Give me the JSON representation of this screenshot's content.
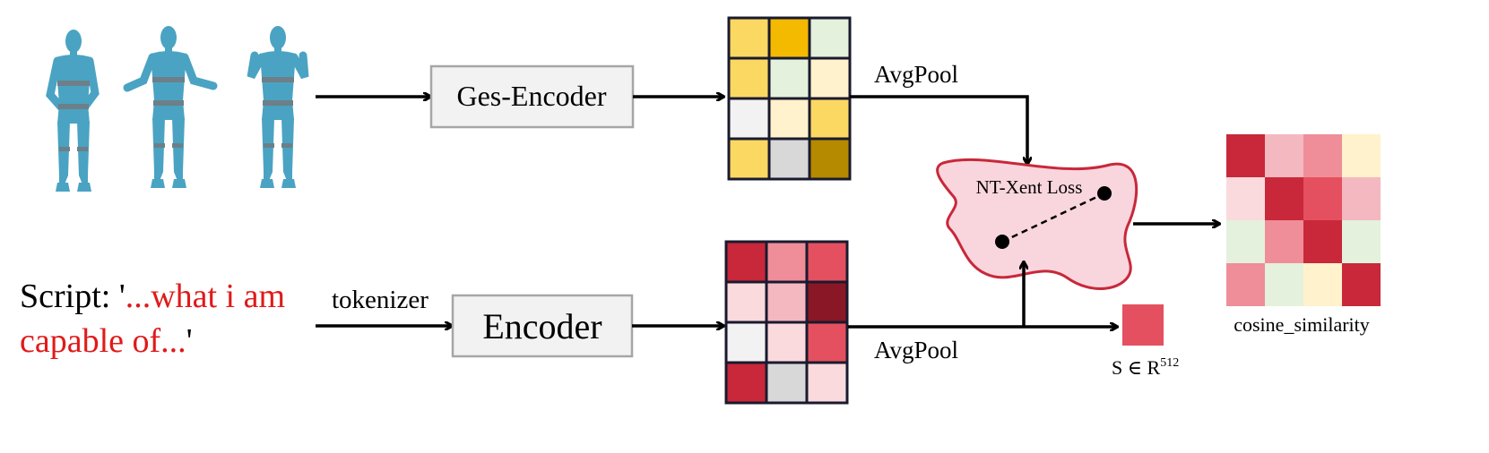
{
  "figures": {
    "icon": "humanoid-pose",
    "count": 3,
    "color": "#4aa3c2",
    "band_color": "#6d7f88"
  },
  "ges_encoder": {
    "label": "Ges-Encoder"
  },
  "text_encoder": {
    "label": "Encoder"
  },
  "script": {
    "prefix": "Script: '",
    "quote": "...what i am capable of...",
    "suffix": "'"
  },
  "tokenizer_label": "tokenizer",
  "avgpool_top": "AvgPool",
  "avgpool_bottom": "AvgPool",
  "loss": {
    "label": "NT-Xent Loss",
    "fill": "#f9d6de",
    "stroke": "#c8283a"
  },
  "embedding": {
    "label": "S ∈ R",
    "exponent": "512",
    "color": "#e4505f"
  },
  "similarity": {
    "label": "cosine_similarity"
  },
  "gesture_grid": [
    [
      "#fbd862",
      "#f3ba00",
      "#e4f1dc"
    ],
    [
      "#fbd862",
      "#e4f1dc",
      "#fff2cc"
    ],
    [
      "#f2f2f2",
      "#fff2cc",
      "#fbd862"
    ],
    [
      "#fbd862",
      "#d8d8d8",
      "#b58900"
    ]
  ],
  "text_grid": [
    [
      "#c8283a",
      "#ef8d99",
      "#e4505f"
    ],
    [
      "#fadadd",
      "#f4b8c1",
      "#8a1726"
    ],
    [
      "#f2f2f2",
      "#fadadd",
      "#e4505f"
    ],
    [
      "#c8283a",
      "#d8d8d8",
      "#fadadd"
    ]
  ],
  "similarity_grid": [
    [
      "#c8283a",
      "#f4b8c1",
      "#ef8d99",
      "#fff2cc"
    ],
    [
      "#fadadd",
      "#c8283a",
      "#e4505f",
      "#f4b8c1"
    ],
    [
      "#e4f1dc",
      "#ef8d99",
      "#c8283a",
      "#e4f1dc"
    ],
    [
      "#ef8d99",
      "#e4f1dc",
      "#fff2cc",
      "#c8283a"
    ]
  ]
}
